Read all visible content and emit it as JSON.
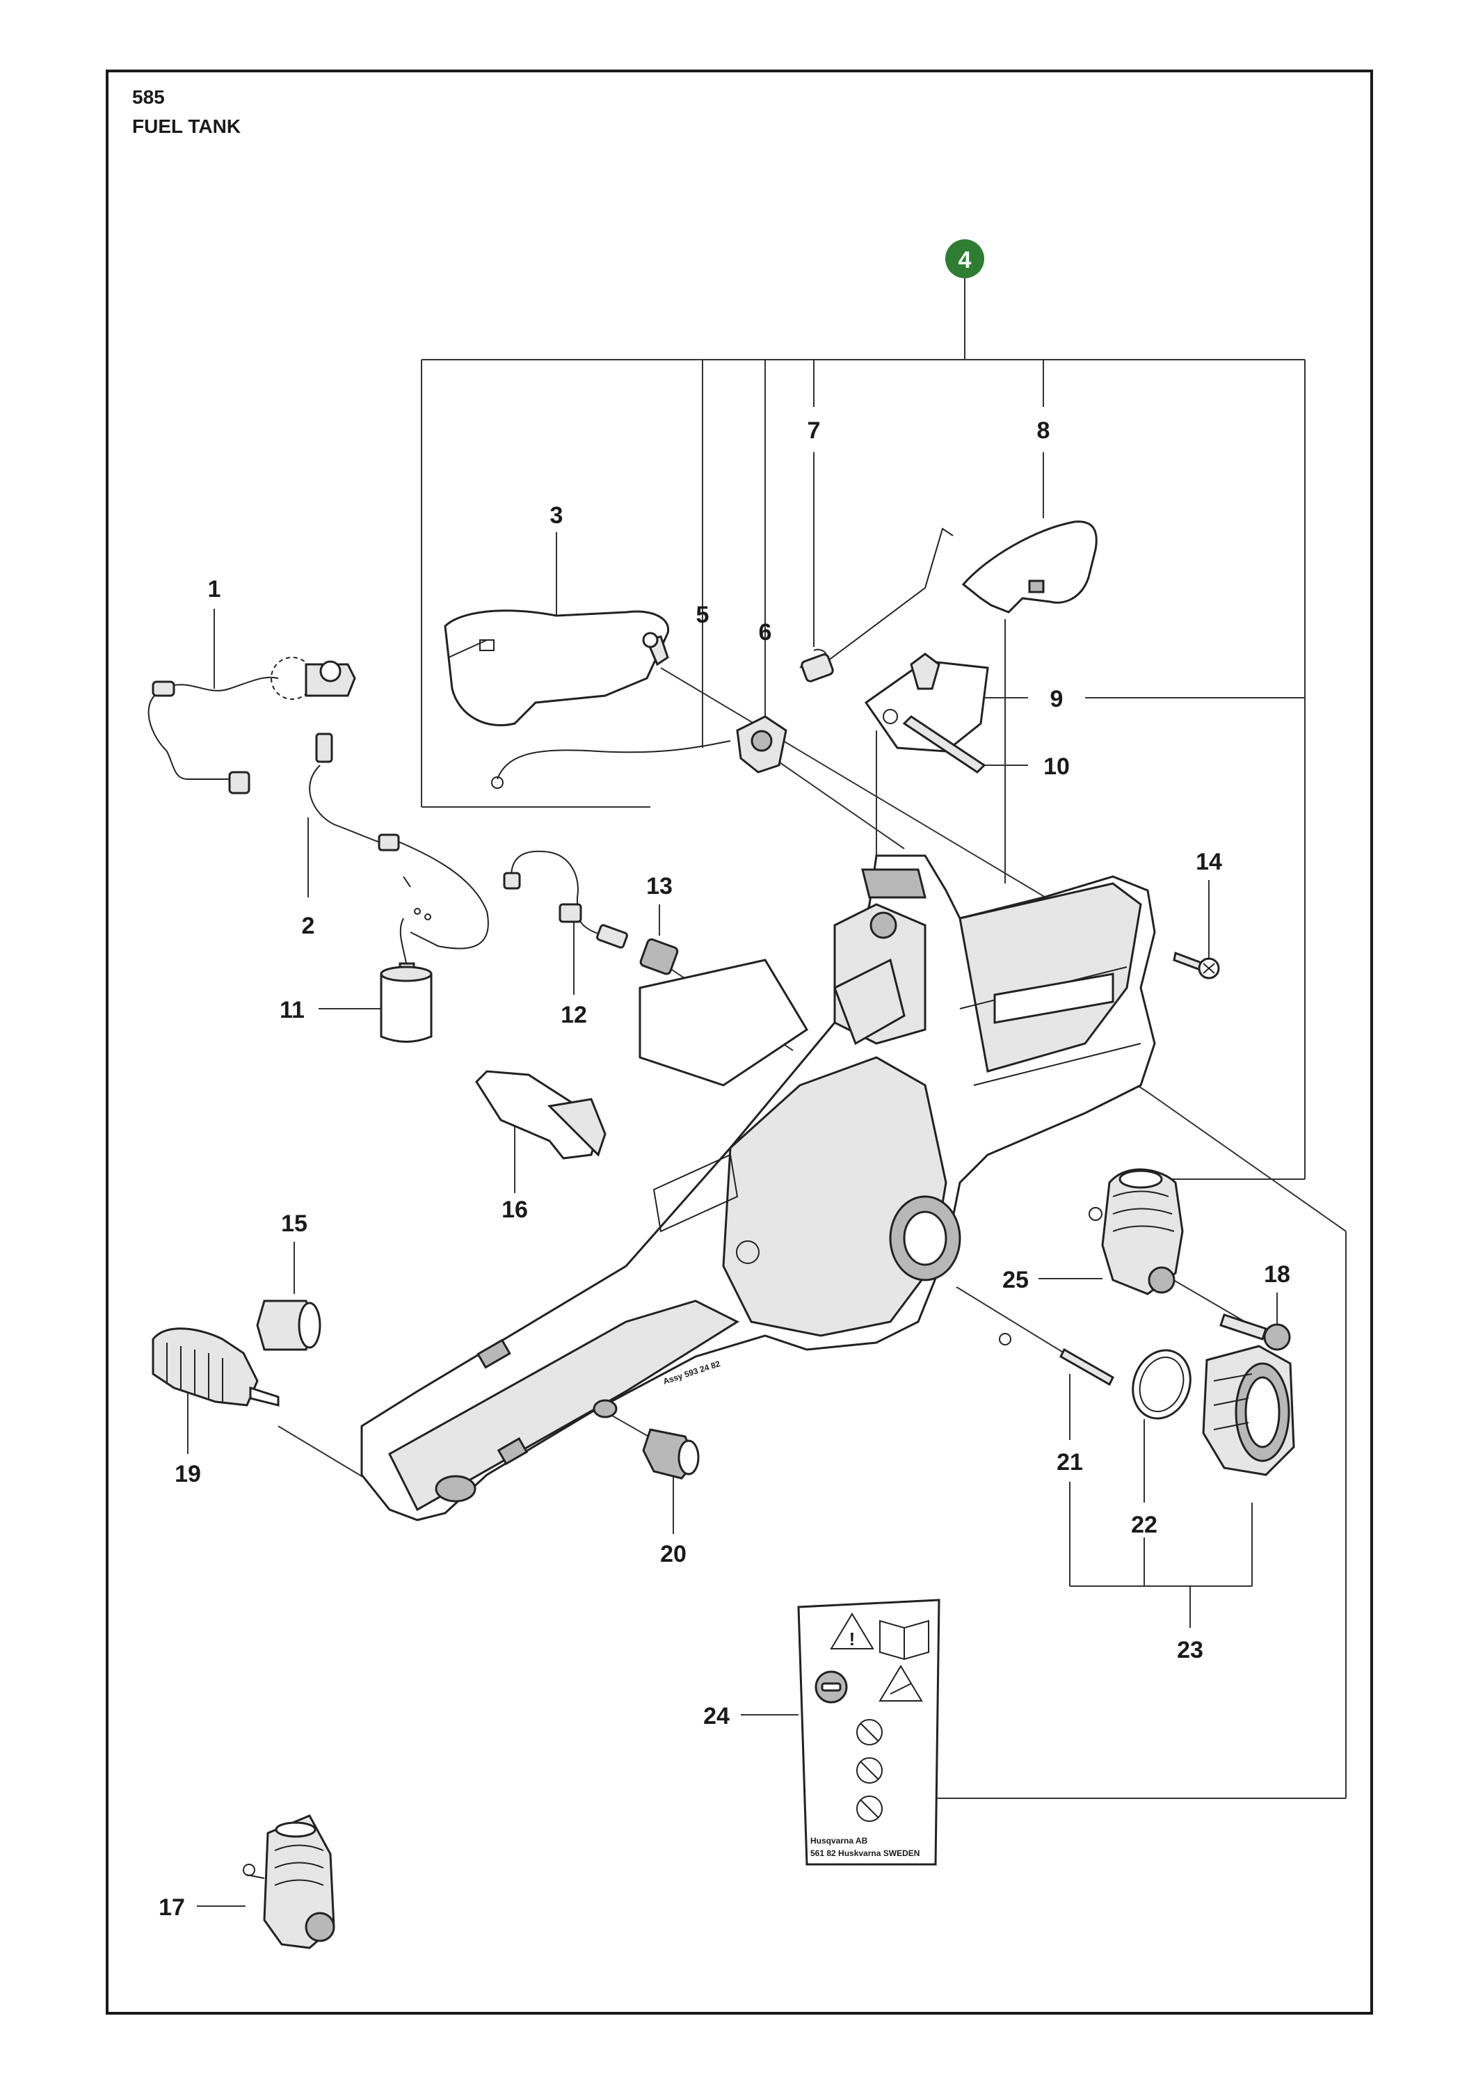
{
  "header": {
    "page_number": "585",
    "title": "FUEL TANK"
  },
  "highlight_color": "#2e7d32",
  "highlighted_callout": "4",
  "callouts": [
    "1",
    "2",
    "3",
    "4",
    "5",
    "6",
    "7",
    "8",
    "9",
    "10",
    "11",
    "12",
    "13",
    "14",
    "15",
    "16",
    "17",
    "18",
    "19",
    "20",
    "21",
    "22",
    "23",
    "24",
    "25"
  ],
  "decal": {
    "manufacturer": "Husqvarna AB",
    "address": "561 82 Huskvarna SWEDEN",
    "icons": [
      "warning-icon",
      "manual-icon",
      "ear-eye-protection-icon",
      "kickback-icon",
      "one-hand-prohibited-icon",
      "no-smoking-icon",
      "fuel-warning-icon"
    ]
  },
  "housing_marking": "Assy 593 24 82"
}
